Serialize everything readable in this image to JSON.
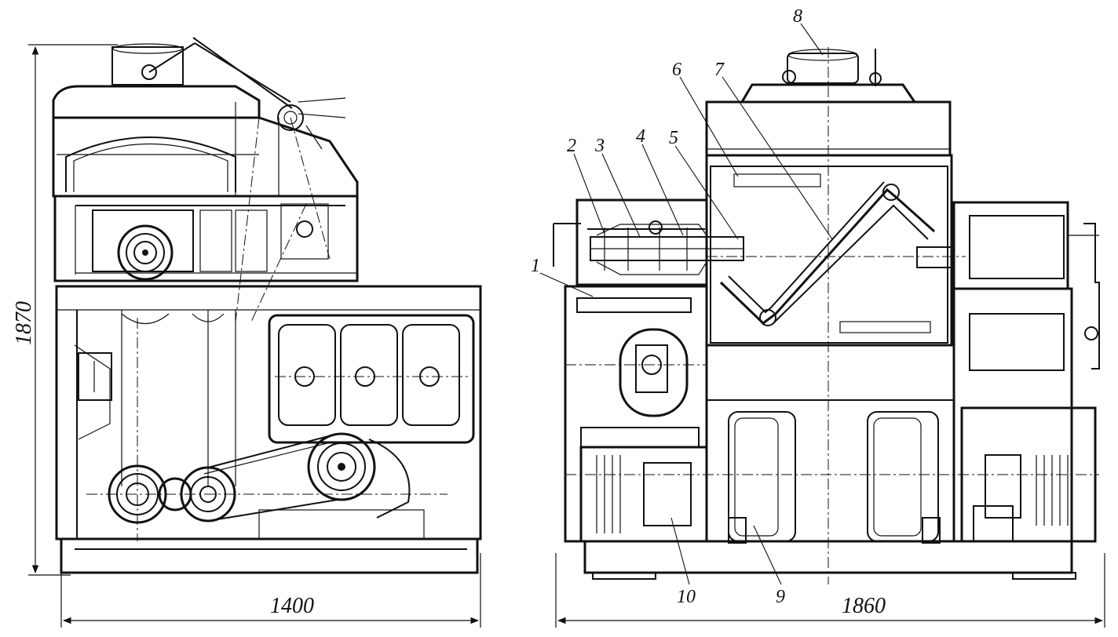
{
  "figure": {
    "left_view": {
      "height_dimension": "1870",
      "width_dimension": "1400"
    },
    "right_view": {
      "width_dimension": "1860",
      "callouts": [
        {
          "id": "c1",
          "label": "1"
        },
        {
          "id": "c2",
          "label": "2"
        },
        {
          "id": "c3",
          "label": "3"
        },
        {
          "id": "c4",
          "label": "4"
        },
        {
          "id": "c5",
          "label": "5"
        },
        {
          "id": "c6",
          "label": "6"
        },
        {
          "id": "c7",
          "label": "7"
        },
        {
          "id": "c8",
          "label": "8"
        },
        {
          "id": "c9",
          "label": "9"
        },
        {
          "id": "c10",
          "label": "10"
        }
      ]
    }
  }
}
